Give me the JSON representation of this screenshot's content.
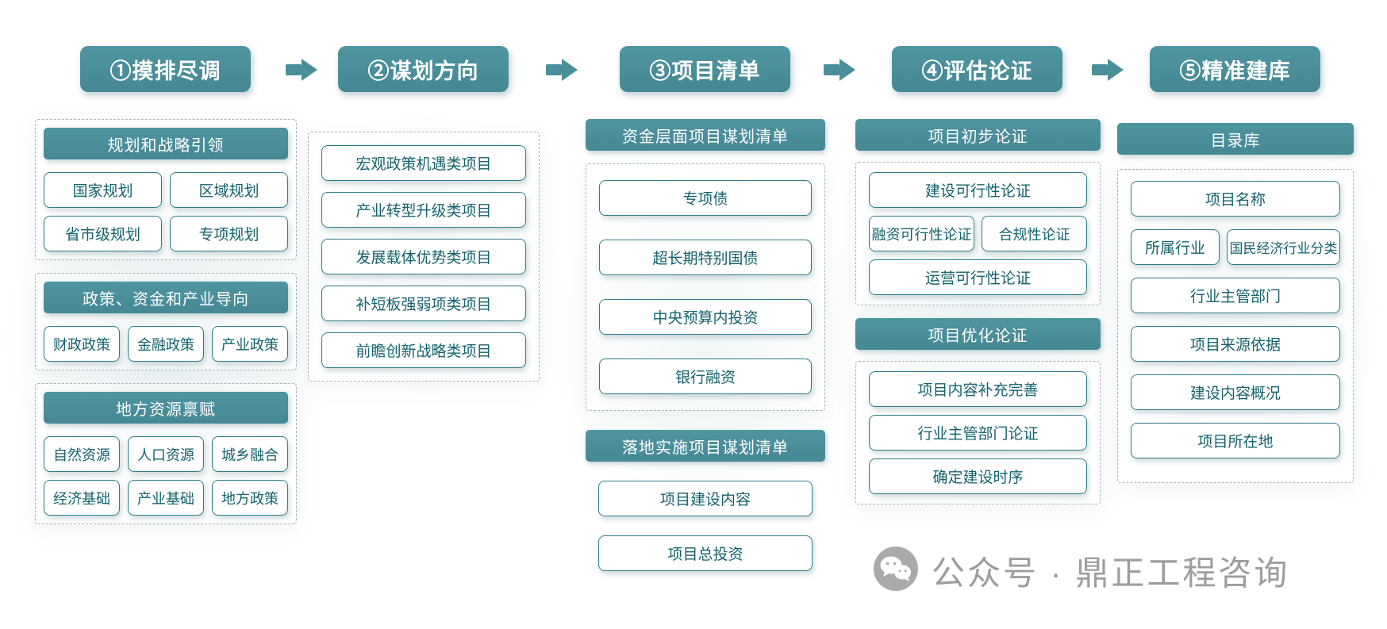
{
  "steps": [
    {
      "label": "①摸排尽调"
    },
    {
      "label": "②谋划方向"
    },
    {
      "label": "③项目清单"
    },
    {
      "label": "④评估论证"
    },
    {
      "label": "⑤精准建库"
    }
  ],
  "column1": {
    "groups": [
      {
        "title": "规划和战略引领",
        "items": [
          "国家规划",
          "区域规划",
          "省市级规划",
          "专项规划"
        ]
      },
      {
        "title": "政策、资金和产业导向",
        "items": [
          "财政政策",
          "金融政策",
          "产业政策"
        ]
      },
      {
        "title": "地方资源禀赋",
        "items": [
          "自然资源",
          "人口资源",
          "城乡融合",
          "经济基础",
          "产业基础",
          "地方政策"
        ]
      }
    ]
  },
  "column2": {
    "items": [
      "宏观政策机遇类项目",
      "产业转型升级类项目",
      "发展载体优势类项目",
      "补短板强弱项类项目",
      "前瞻创新战略类项目"
    ]
  },
  "column3": {
    "sections": [
      {
        "title": "资金层面项目谋划清单",
        "items": [
          "专项债",
          "超长期特别国债",
          "中央预算内投资",
          "银行融资"
        ]
      },
      {
        "title": "落地实施项目谋划清单",
        "items": [
          "项目建设内容",
          "项目总投资"
        ]
      }
    ]
  },
  "column4": {
    "sections": [
      {
        "title": "项目初步论证",
        "rows": [
          [
            "建设可行性论证"
          ],
          [
            "融资可行性论证",
            "合规性论证"
          ],
          [
            "运营可行性论证"
          ]
        ]
      },
      {
        "title": "项目优化论证",
        "rows": [
          [
            "项目内容补充完善"
          ],
          [
            "行业主管部门论证"
          ],
          [
            "确定建设时序"
          ]
        ]
      }
    ]
  },
  "column5": {
    "title": "目录库",
    "rows": [
      [
        "项目名称"
      ],
      [
        "所属行业",
        "国民经济行业分类"
      ],
      [
        "行业主管部门"
      ],
      [
        "项目来源依据"
      ],
      [
        "建设内容概况"
      ],
      [
        "项目所在地"
      ]
    ]
  },
  "watermark": {
    "text": "公众号 · 鼎正工程咨询"
  },
  "colors": {
    "teal": "#4a8e99",
    "box_border": "#2e7d89",
    "box_text": "#14626d",
    "dashed_border": "#a6b2b5",
    "watermark_gray": "#9d9d9d"
  }
}
